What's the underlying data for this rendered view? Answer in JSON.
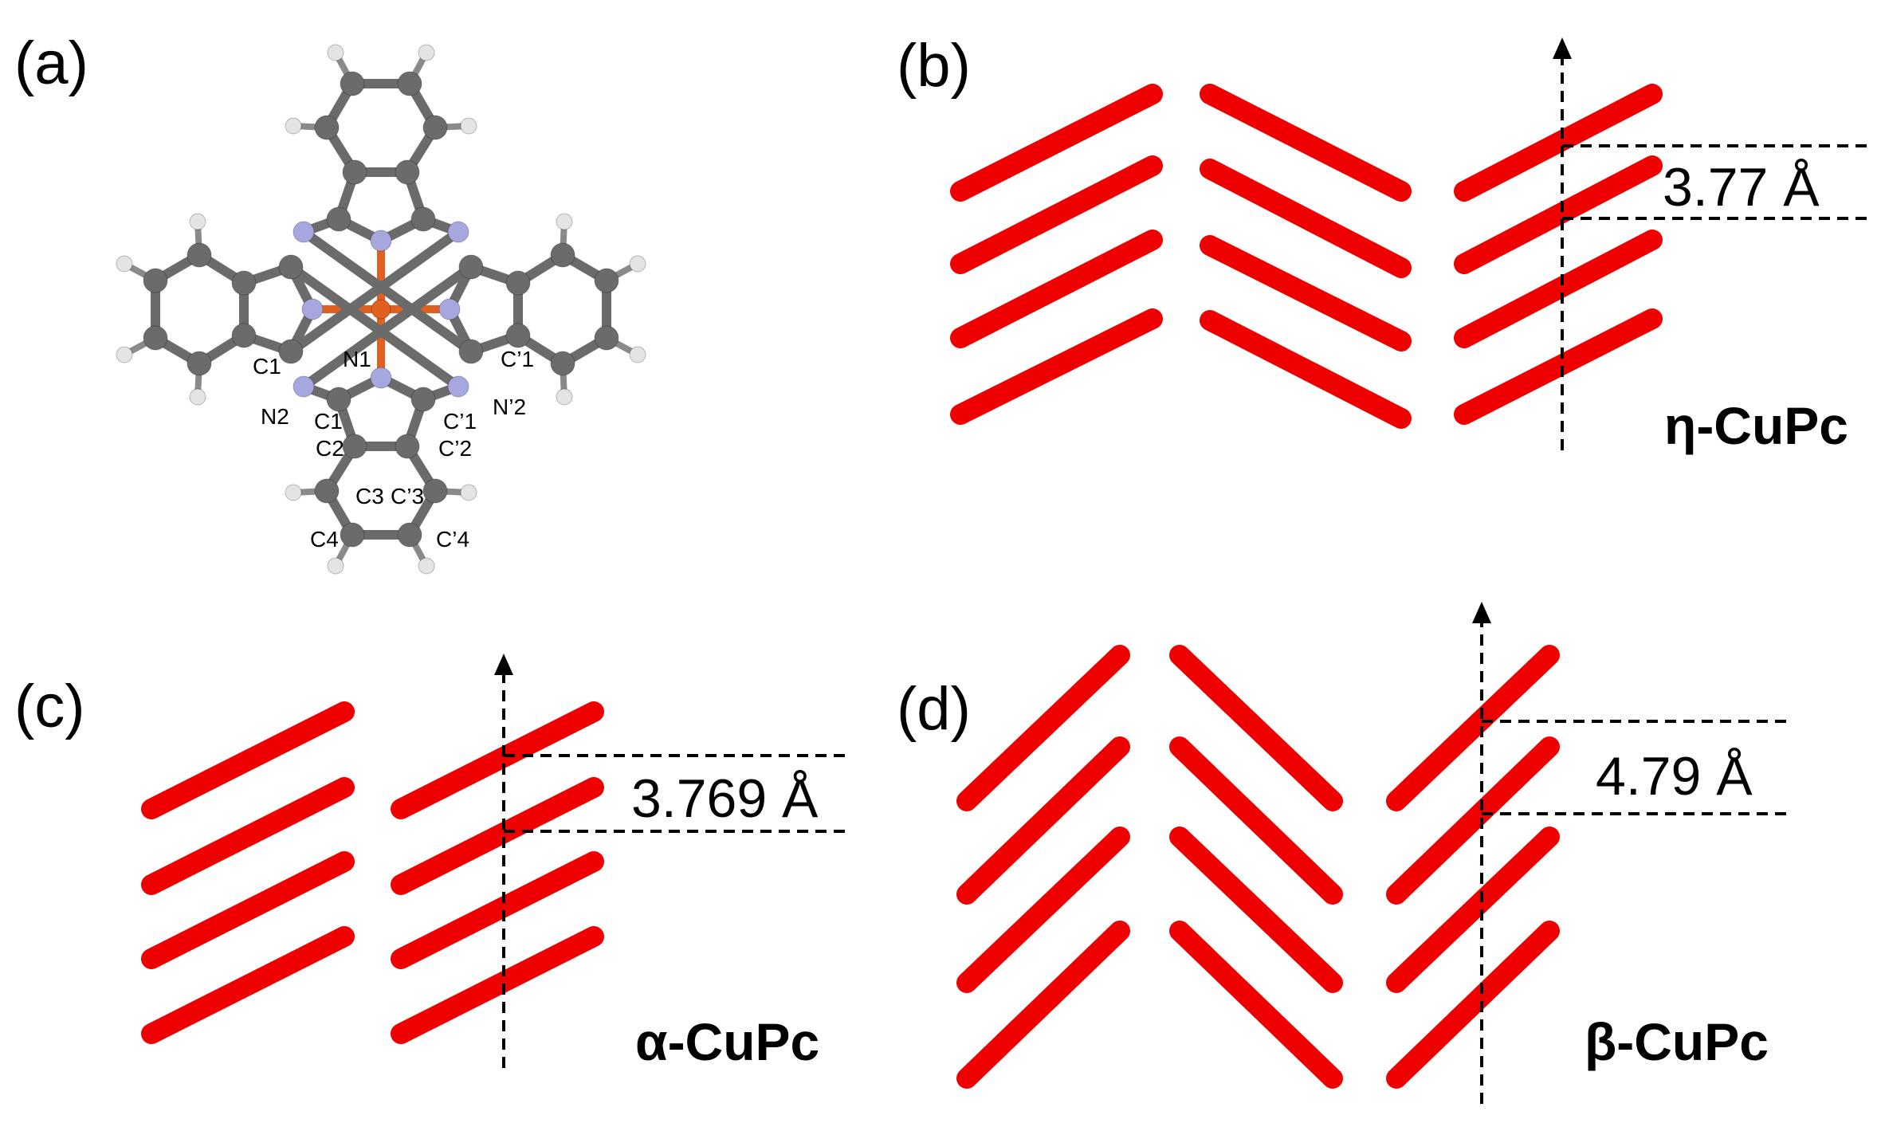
{
  "panels": {
    "a": {
      "letter": "(a)"
    },
    "b": {
      "letter": "(b)",
      "phase": "η-CuPc",
      "distance": "3.77 Å"
    },
    "c": {
      "letter": "(c)",
      "phase": "α-CuPc",
      "distance": "3.769 Å"
    },
    "d": {
      "letter": "(d)",
      "phase": "β-CuPc",
      "distance": "4.79 Å"
    }
  },
  "atom_labels": {
    "c1_left": "C1",
    "n1": "N1",
    "c1p_right": "C’1",
    "n2": "N2",
    "c1_bottom": "C1",
    "c1p_bottom": "C’1",
    "n2p": "N’2",
    "c2": "C2",
    "c2p": "C’2",
    "c3": "C3",
    "c3p": "C’3",
    "c4": "C4",
    "c4p": "C’4"
  },
  "colors": {
    "molecule_sticks": "#ee0000",
    "carbon": "#6b6b6b",
    "nitrogen": "#a7a7e0",
    "hydrogen": "#e4e4e4",
    "copper": "#e06020"
  }
}
